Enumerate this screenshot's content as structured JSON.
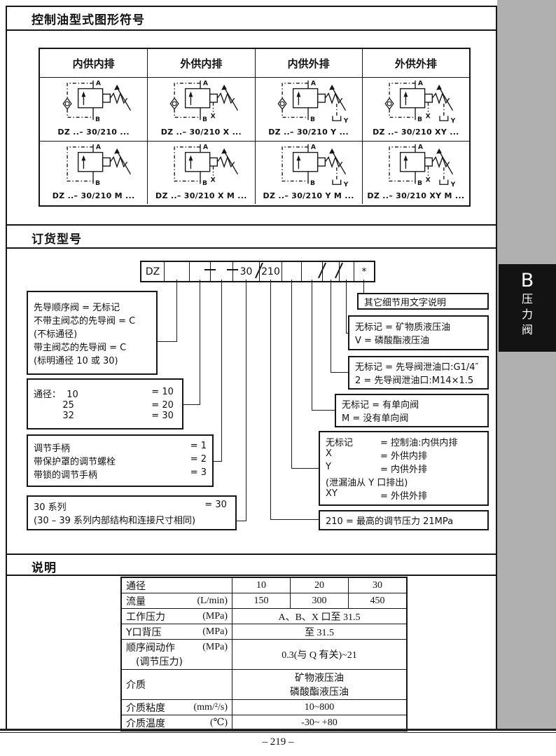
{
  "page": {
    "title1": "控制油型式图形符号",
    "title2": "订货型号",
    "title3": "说明",
    "page_number": "– 219 –",
    "side_tab": {
      "letter": "B",
      "label": "压力阀"
    }
  },
  "symbol_table": {
    "headers": [
      "内供内排",
      "外供内排",
      "内供外排",
      "外供外排"
    ],
    "ports": {
      "top": "A",
      "bottom": "B",
      "ext_supply": "X",
      "ext_drain": "Y"
    },
    "rows": [
      [
        {
          "label": "DZ ..– 30/210 ...",
          "check_valve": true,
          "x_port": false,
          "y_port": false
        },
        {
          "label": "DZ ..– 30/210 X ...",
          "check_valve": true,
          "x_port": true,
          "y_port": false
        },
        {
          "label": "DZ ..– 30/210 Y ...",
          "check_valve": true,
          "x_port": false,
          "y_port": true
        },
        {
          "label": "DZ ..– 30/210 XY ...",
          "check_valve": true,
          "x_port": true,
          "y_port": true
        }
      ],
      [
        {
          "label": "DZ ..– 30/210 M ...",
          "check_valve": false,
          "x_port": false,
          "y_port": false
        },
        {
          "label": "DZ ..– 30/210 X M ...",
          "check_valve": false,
          "x_port": true,
          "y_port": false
        },
        {
          "label": "DZ ..– 30/210 Y M ...",
          "check_valve": false,
          "x_port": false,
          "y_port": true
        },
        {
          "label": "DZ ..– 30/210 XY M ...",
          "check_valve": false,
          "x_port": true,
          "y_port": true
        }
      ]
    ]
  },
  "order_code": {
    "cells": [
      "DZ",
      "",
      "",
      "",
      "30",
      "210",
      "",
      "",
      "",
      "",
      "*"
    ],
    "separators": [
      "+",
      "+",
      "/",
      "/",
      "/"
    ]
  },
  "callouts_left": [
    {
      "lines": [
        {
          "l": "先导顺序阀 = 无标记"
        },
        {
          "l": "不带主阀芯的先导阀 = C"
        },
        {
          "l": "(不标通径)"
        },
        {
          "l": "带主阀芯的先导阀 = C"
        },
        {
          "l": "(标明通径 10 或 30)"
        }
      ]
    },
    {
      "lines": [
        {
          "l": "通径：  10",
          "r": "= 10 "
        },
        {
          "l": "          25",
          "r": "= 20 "
        },
        {
          "l": "          32",
          "r": "= 30 "
        }
      ]
    },
    {
      "lines": [
        {
          "l": "调节手柄",
          "r": "= 1"
        },
        {
          "l": "带保护罩的调节螺栓",
          "r": "= 2"
        },
        {
          "l": "带锁的调节手柄",
          "r": "= 3"
        }
      ]
    },
    {
      "lines": [
        {
          "l": "30 系列",
          "r": "= 30 "
        },
        {
          "l": "(30 – 39 系列内部结构和连接尺寸相同)"
        }
      ]
    }
  ],
  "callouts_right": [
    {
      "lines": [
        {
          "l": "其它细节用文字说明"
        }
      ]
    },
    {
      "lines": [
        {
          "l": "无标记 = 矿物质液压油"
        },
        {
          "l": "V = 磷酸酯液压油"
        }
      ]
    },
    {
      "lines": [
        {
          "l": "无标记 = 先导阀泄油口:G1/4″"
        },
        {
          "l": "2 = 先导阀泄油口:M14×1.5"
        }
      ]
    },
    {
      "lines": [
        {
          "l": "无标记 = 有单向阀"
        },
        {
          "l": "M = 没有单向阀"
        }
      ]
    },
    {
      "col": true,
      "lines": [
        {
          "l": "无标记",
          "r": "= 控制油:内供内排"
        },
        {
          "l": "X",
          "r": "= 外供内排"
        },
        {
          "l": "Y",
          "r": "= 内供外排"
        },
        {
          "l": "(泄漏油从 Y 口排出)"
        },
        {
          "l": "XY",
          "r": "= 外供外排"
        }
      ]
    },
    {
      "lines": [
        {
          "l": "210 = 最高的调节压力 21MPa"
        }
      ]
    }
  ],
  "spec_table": {
    "rows": [
      {
        "label": "通径",
        "unit": "",
        "cols": [
          "10",
          "20",
          "30"
        ]
      },
      {
        "label": "流量",
        "unit": "(L/min)",
        "cols": [
          "150",
          "300",
          "450"
        ]
      },
      {
        "label": "工作压力",
        "unit": "(MPa)",
        "span": "A、B、X 口至 31.5"
      },
      {
        "label": "Y口背压",
        "unit": "(MPa)",
        "span": "至 31.5"
      },
      {
        "label": "顺序阀动作",
        "sublabel": "(调节压力)",
        "unit": "(MPa)",
        "span": "0.3(与 Q 有关)~21"
      },
      {
        "label": "介质",
        "unit": "",
        "span_lines": [
          "矿物液压油",
          "磷酸酯液压油"
        ]
      },
      {
        "label": "介质粘度",
        "unit": "(mm/²/s)",
        "span": "10~800"
      },
      {
        "label": "介质温度",
        "unit": "(℃)",
        "span": "-30~ +80"
      }
    ]
  }
}
